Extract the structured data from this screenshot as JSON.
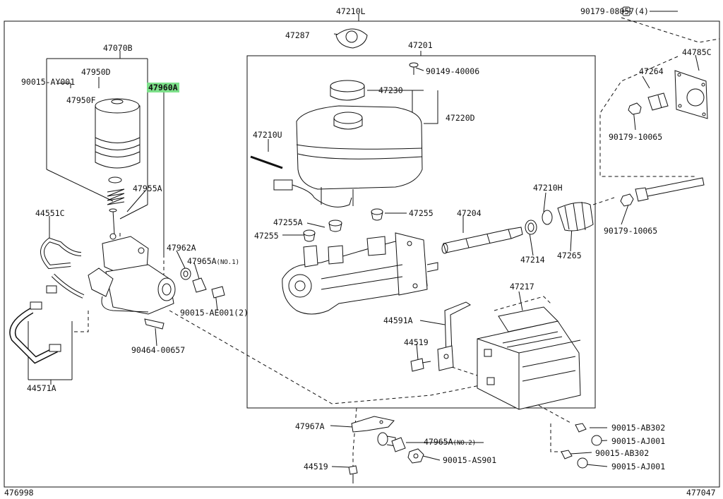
{
  "labels": {
    "p47210L": "47210L",
    "p90179_08057": "90179-08057(4)",
    "p47287": "47287",
    "p47201": "47201",
    "p44785C": "44785C",
    "p47070B": "47070B",
    "p90015_AY001": "90015-AY001",
    "p47950D": "47950D",
    "p47960A": "47960A",
    "p90149_40006": "90149-40006",
    "p47264": "47264",
    "p47230": "47230",
    "p47950F": "47950F",
    "p47220D": "47220D",
    "p90179_10065a": "90179-10065",
    "p47210U": "47210U",
    "p47955A": "47955A",
    "p47210H": "47210H",
    "p44551C": "44551C",
    "p47255A": "47255A",
    "p47255a": "47255",
    "p47204": "47204",
    "p47255b": "47255",
    "p90179_10065b": "90179-10065",
    "p47962A": "47962A",
    "p47965A_1": "47965A",
    "p47965A_1_sub": "(NO.1)",
    "p47214": "47214",
    "p47265": "47265",
    "p47217": "47217",
    "p90015_AE001": "90015-AE001(2)",
    "p44591A": "44591A",
    "p90464_00657": "90464-00657",
    "p44519a": "44519",
    "p44571A": "44571A",
    "p47967A": "47967A",
    "p90015_AB302a": "90015-AB302",
    "p47965A_2": "47965A",
    "p47965A_2_sub": "(NO.2)",
    "p90015_AJ001a": "90015-AJ001",
    "p90015_AB302b": "90015-AB302",
    "p44519b": "44519",
    "p90015_AS901": "90015-AS901",
    "p90015_AJ001b": "90015-AJ001",
    "code_left": "476998",
    "code_right": "477047"
  },
  "colors": {
    "highlight": "#7de08a",
    "ink": "#111111"
  }
}
